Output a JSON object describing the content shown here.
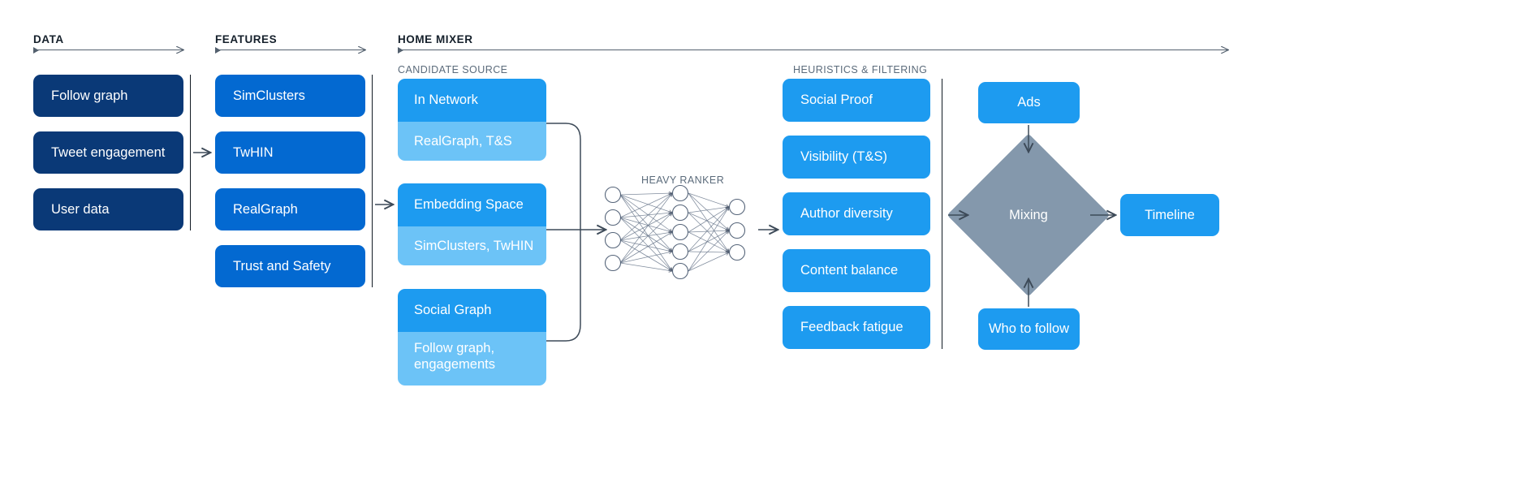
{
  "sections": {
    "data": {
      "title": "DATA"
    },
    "features": {
      "title": "FEATURES"
    },
    "home_mixer": {
      "title": "HOME MIXER"
    },
    "candidate_source": {
      "title": "CANDIDATE SOURCE"
    },
    "heuristics": {
      "title": "HEURISTICS & FILTERING"
    },
    "heavy_ranker": {
      "title": "HEAVY RANKER"
    }
  },
  "data_cards": [
    {
      "label": "Follow graph"
    },
    {
      "label": "Tweet engagement"
    },
    {
      "label": "User data"
    }
  ],
  "feature_cards": [
    {
      "label": "SimClusters"
    },
    {
      "label": "TwHIN"
    },
    {
      "label": "RealGraph"
    },
    {
      "label": "Trust and Safety"
    }
  ],
  "candidate_sources": [
    {
      "label": "In Network",
      "sub": "RealGraph, T&S"
    },
    {
      "label": "Embedding Space",
      "sub": "SimClusters, TwHIN"
    },
    {
      "label": "Social Graph",
      "sub": "Follow graph,\nengagements"
    }
  ],
  "heuristic_cards": [
    {
      "label": "Social Proof"
    },
    {
      "label": "Visibility (T&S)"
    },
    {
      "label": "Author diversity"
    },
    {
      "label": "Content balance"
    },
    {
      "label": "Feedback fatigue"
    }
  ],
  "mixing": {
    "ads_label": "Ads",
    "mixing_label": "Mixing",
    "who_to_follow_label": "Who to follow",
    "timeline_label": "Timeline"
  },
  "colors": {
    "navy": "#0a3977",
    "blue": "#0369d1",
    "sky": "#1d9bf0",
    "sky_light": "#6cc3f7",
    "diamond_gray": "#8498ac",
    "rule": "#121b24",
    "arrow": "#3d4a58",
    "heading": "#15202b",
    "subheading": "#5b6b7b",
    "background": "#ffffff"
  },
  "network": {
    "layers": [
      4,
      5,
      3
    ]
  }
}
